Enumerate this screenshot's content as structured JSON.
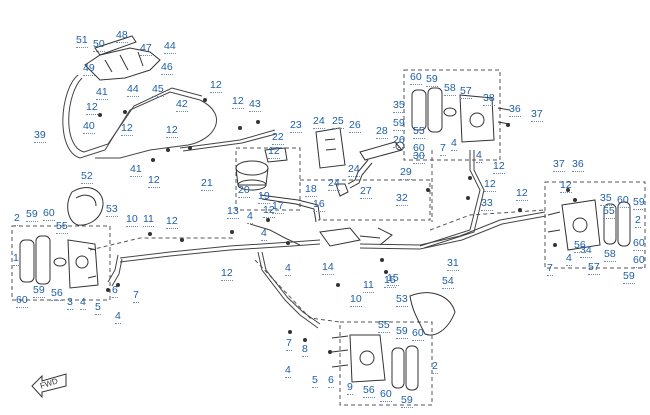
{
  "diagram": {
    "labels": [
      {
        "text": "51"
      },
      {
        "text": "50"
      },
      {
        "text": "48"
      },
      {
        "text": "47"
      },
      {
        "text": "44"
      },
      {
        "text": "49"
      },
      {
        "text": "46"
      },
      {
        "text": "45"
      },
      {
        "text": "44"
      },
      {
        "text": "42"
      },
      {
        "text": "12"
      },
      {
        "text": "41"
      },
      {
        "text": "12"
      },
      {
        "text": "40"
      },
      {
        "text": "12"
      },
      {
        "text": "39"
      },
      {
        "text": "12"
      },
      {
        "text": "12"
      },
      {
        "text": "43"
      },
      {
        "text": "23"
      },
      {
        "text": "22"
      },
      {
        "text": "12"
      },
      {
        "text": "41"
      },
      {
        "text": "12"
      },
      {
        "text": "21"
      },
      {
        "text": "20"
      },
      {
        "text": "19"
      },
      {
        "text": "12"
      },
      {
        "text": "18"
      },
      {
        "text": "17"
      },
      {
        "text": "16"
      },
      {
        "text": "24"
      },
      {
        "text": "25"
      },
      {
        "text": "26"
      },
      {
        "text": "24"
      },
      {
        "text": "24"
      },
      {
        "text": "27"
      },
      {
        "text": "28"
      },
      {
        "text": "59"
      },
      {
        "text": "26"
      },
      {
        "text": "29"
      },
      {
        "text": "32"
      },
      {
        "text": "60"
      },
      {
        "text": "59"
      },
      {
        "text": "58"
      },
      {
        "text": "57"
      },
      {
        "text": "38"
      },
      {
        "text": "35"
      },
      {
        "text": "55"
      },
      {
        "text": "36"
      },
      {
        "text": "37"
      },
      {
        "text": "60"
      },
      {
        "text": "30"
      },
      {
        "text": "7"
      },
      {
        "text": "4"
      },
      {
        "text": "4"
      },
      {
        "text": "12"
      },
      {
        "text": "12"
      },
      {
        "text": "33"
      },
      {
        "text": "12"
      },
      {
        "text": "37"
      },
      {
        "text": "36"
      },
      {
        "text": "12"
      },
      {
        "text": "35"
      },
      {
        "text": "60"
      },
      {
        "text": "59"
      },
      {
        "text": "55"
      },
      {
        "text": "2"
      },
      {
        "text": "60"
      },
      {
        "text": "7"
      },
      {
        "text": "4"
      },
      {
        "text": "34"
      },
      {
        "text": "58"
      },
      {
        "text": "56"
      },
      {
        "text": "57"
      },
      {
        "text": "59"
      },
      {
        "text": "60"
      },
      {
        "text": "52"
      },
      {
        "text": "53"
      },
      {
        "text": "2"
      },
      {
        "text": "59"
      },
      {
        "text": "60"
      },
      {
        "text": "55"
      },
      {
        "text": "10"
      },
      {
        "text": "11"
      },
      {
        "text": "12"
      },
      {
        "text": "13"
      },
      {
        "text": "4"
      },
      {
        "text": "14"
      },
      {
        "text": "4"
      },
      {
        "text": "15"
      },
      {
        "text": "31"
      },
      {
        "text": "12"
      },
      {
        "text": "4"
      },
      {
        "text": "1"
      },
      {
        "text": "59"
      },
      {
        "text": "56"
      },
      {
        "text": "3"
      },
      {
        "text": "4"
      },
      {
        "text": "5"
      },
      {
        "text": "6"
      },
      {
        "text": "7"
      },
      {
        "text": "4"
      },
      {
        "text": "60"
      },
      {
        "text": "54"
      },
      {
        "text": "53"
      },
      {
        "text": "11"
      },
      {
        "text": "10"
      },
      {
        "text": "55"
      },
      {
        "text": "59"
      },
      {
        "text": "60"
      },
      {
        "text": "7"
      },
      {
        "text": "8"
      },
      {
        "text": "4"
      },
      {
        "text": "5"
      },
      {
        "text": "6"
      },
      {
        "text": "9"
      },
      {
        "text": "56"
      },
      {
        "text": "60"
      },
      {
        "text": "59"
      },
      {
        "text": "2"
      },
      {
        "text": "15"
      }
    ],
    "direction_badge": {
      "text": "FWD"
    }
  }
}
